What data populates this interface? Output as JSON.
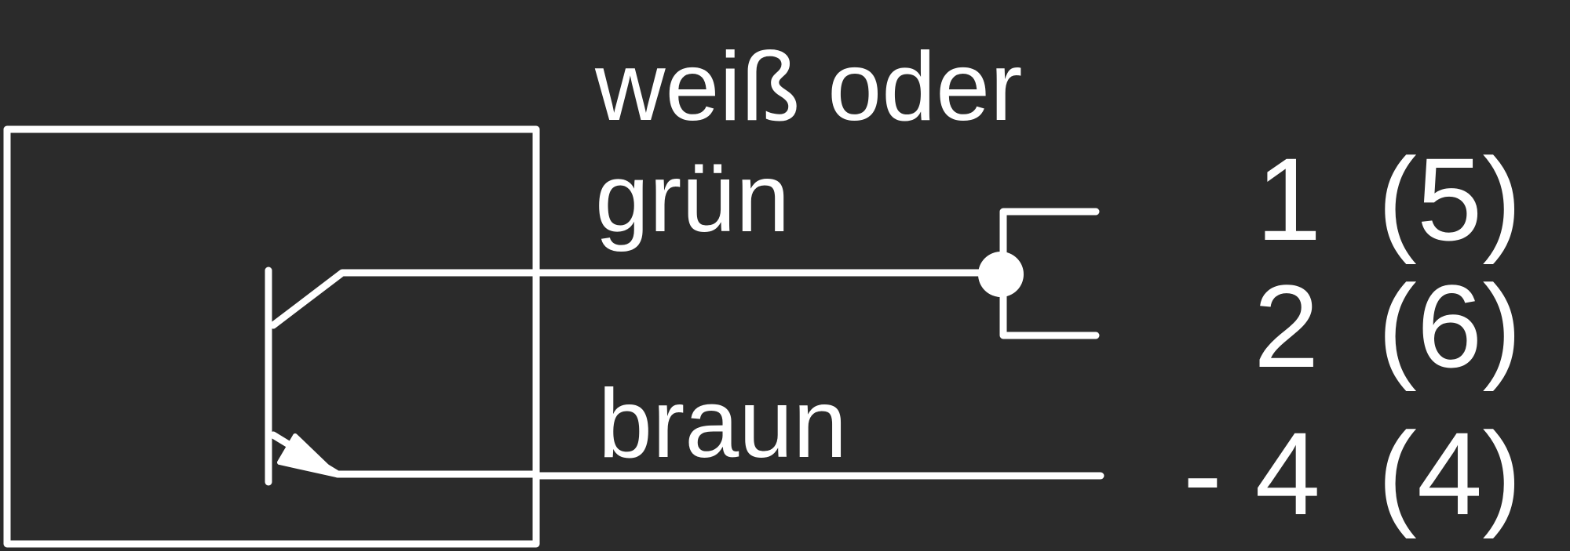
{
  "wire_labels": {
    "line1": "weiß oder",
    "line2": "grün",
    "line3": "braun"
  },
  "terminals": {
    "t1": "1",
    "t1_alt": "(5)",
    "t2": "2",
    "t2_alt": "(6)",
    "t4": "- 4",
    "t4_alt": "(4)"
  },
  "colors": {
    "background": "#2b2b2b",
    "foreground": "#ffffff"
  }
}
